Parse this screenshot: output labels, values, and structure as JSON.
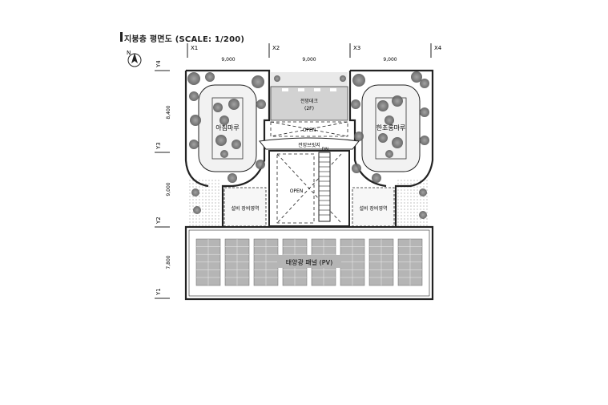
{
  "title": "지붕층 평면도 (SCALE: 1/200)",
  "north_label": "N",
  "grid_x": [
    "X1",
    "X2",
    "X3",
    "X4"
  ],
  "grid_y": [
    "Y4",
    "Y3",
    "Y2",
    "Y1"
  ],
  "dims_x": [
    "9,000",
    "9,000",
    "9,000"
  ],
  "dims_y": [
    "8,400",
    "9,000",
    "7,800"
  ],
  "rooms": {
    "left_roof": "아침마루",
    "right_roof": "한초롱마루",
    "deck": "전망데크",
    "deck_sub": "(2F)",
    "open_upper": "OPEN",
    "open_lower": "OPEN",
    "stair_label": "전망브릿지",
    "dn": "DN",
    "equip_left": "설비 장비영역",
    "equip_right": "설비 장비영역",
    "pv": "태양광 패널 (PV)"
  },
  "colors": {
    "line": "#222222",
    "tree_canopy": "#7a7a7a",
    "deck_fill": "#cfcfcf",
    "pv_fill": "#b5b5b5",
    "landscape": "#e6e6e6"
  }
}
